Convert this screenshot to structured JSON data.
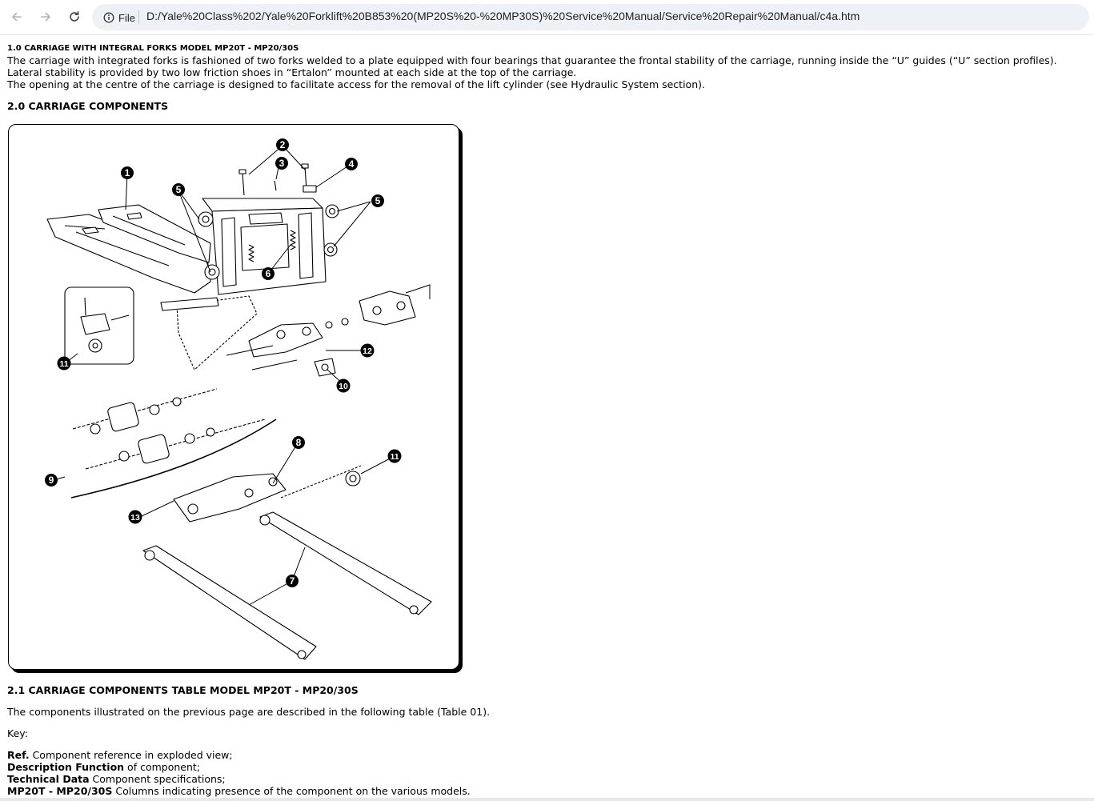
{
  "browser": {
    "chip_label": "File",
    "url": "D:/Yale%20Class%202/Yale%20Forklift%20B853%20(MP20S%20-%20MP30S)%20Service%20Manual/Service%20Repair%20Manual/c4a.htm"
  },
  "section1": {
    "heading": "1.0 CARRIAGE WITH INTEGRAL FORKS MODEL MP20T - MP20/30S",
    "lines": [
      "The carriage with integrated forks is fashioned of two forks welded to a plate equipped with four bearings that guarantee the frontal stability of the carriage, running inside the “U” guides (“U” section profiles).",
      "Lateral stability is provided by two low friction shoes in “Ertalon” mounted at each side at the top of the carriage.",
      "The opening at the centre of the carriage is designed to facilitate access for the removal of the lift cylinder (see Hydraulic System section)."
    ]
  },
  "section2": {
    "heading": "2.0 CARRIAGE COMPONENTS",
    "callouts": [
      "1",
      "2",
      "3",
      "4",
      "5",
      "5",
      "6",
      "7",
      "8",
      "9",
      "10",
      "11",
      "11",
      "12",
      "13"
    ]
  },
  "section21": {
    "heading": "2.1 CARRIAGE COMPONENTS TABLE MODEL MP20T - MP20/30S",
    "intro": "The components illustrated on the previous page are described in the following table (Table 01).",
    "key_label": "Key:",
    "key": [
      {
        "term": "Ref.",
        "text": " Component reference in exploded view;"
      },
      {
        "term": "Description Function",
        "text": " of component;"
      },
      {
        "term": "Technical Data",
        "text": " Component specifications;"
      },
      {
        "term": "MP20T - MP20/30S",
        "text": " Columns indicating presence of the component on the various models."
      }
    ]
  }
}
